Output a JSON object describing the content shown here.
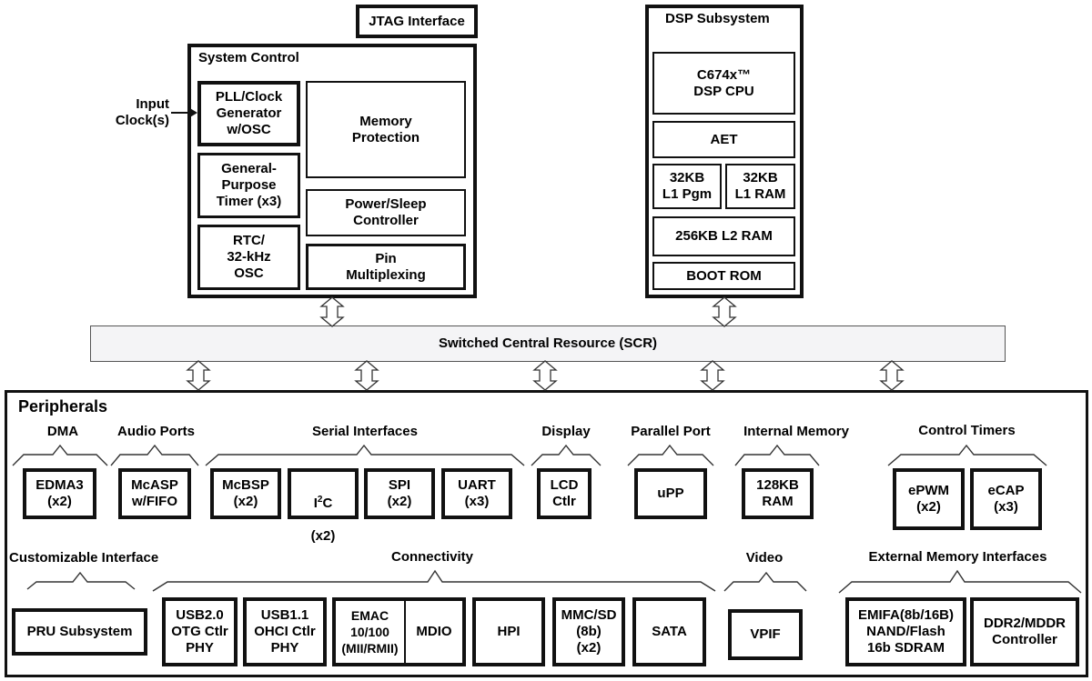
{
  "jtag": "JTAG Interface",
  "input_clock": "Input\nClock(s)",
  "system_control": {
    "title": "System Control",
    "pll": "PLL/Clock\nGenerator\nw/OSC",
    "gp_timer": "General-\nPurpose\nTimer (x3)",
    "rtc": "RTC/\n32-kHz\nOSC",
    "memory_protection": "Memory\nProtection",
    "power_sleep": "Power/Sleep\nController",
    "pin_mux": "Pin\nMultiplexing"
  },
  "dsp": {
    "title": "DSP Subsystem",
    "cpu": "C674x™\nDSP CPU",
    "aet": "AET",
    "l1_pgm": "32KB\nL1 Pgm",
    "l1_ram": "32KB\nL1 RAM",
    "l2_ram": "256KB L2 RAM",
    "boot_rom": "BOOT ROM"
  },
  "scr": "Switched Central Resource (SCR)",
  "peripherals": {
    "title": "Peripherals",
    "dma": {
      "title": "DMA",
      "edma": "EDMA3\n(x2)"
    },
    "audio": {
      "title": "Audio Ports",
      "mcasp": "McASP\nw/FIFO"
    },
    "serial": {
      "title": "Serial Interfaces",
      "mcbsp": "McBSP\n(x2)",
      "i2c_a": "I",
      "i2c_sup": "2",
      "i2c_b": "C",
      "i2c_count": "(x2)",
      "spi": "SPI\n(x2)",
      "uart": "UART\n(x3)"
    },
    "display": {
      "title": "Display",
      "lcd": "LCD\nCtlr"
    },
    "parallel": {
      "title": "Parallel Port",
      "upp": "uPP"
    },
    "internal_memory": {
      "title": "Internal Memory",
      "ram": "128KB\nRAM"
    },
    "control_timers": {
      "title": "Control Timers",
      "epwm": "ePWM\n(x2)",
      "ecap": "eCAP\n(x3)"
    },
    "custom": {
      "title": "Customizable Interface",
      "pru": "PRU Subsystem"
    },
    "connectivity": {
      "title": "Connectivity",
      "usb20": "USB2.0\nOTG Ctlr\nPHY",
      "usb11": "USB1.1\nOHCI Ctlr\nPHY",
      "emac": "EMAC\n10/100\n(MII/RMII)",
      "mdio": "MDIO",
      "hpi": "HPI",
      "mmc": "MMC/SD\n(8b)\n(x2)",
      "sata": "SATA"
    },
    "video": {
      "title": "Video",
      "vpif": "VPIF"
    },
    "ext_mem": {
      "title": "External Memory Interfaces",
      "emifa": "EMIFA(8b/16B)\nNAND/Flash\n16b SDRAM",
      "ddr": "DDR2/MDDR\nController"
    }
  }
}
